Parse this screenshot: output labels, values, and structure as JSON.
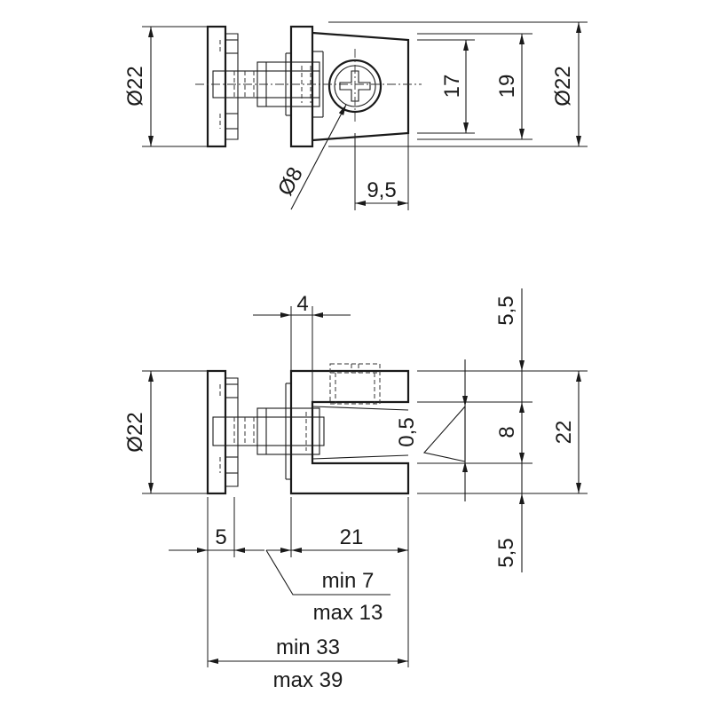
{
  "top_view": {
    "dim_diameter_left": "Ø22",
    "dim_17": "17",
    "dim_19": "19",
    "dim_diameter_right": "Ø22",
    "dim_diameter_8": "Ø8",
    "dim_9_5": "9,5"
  },
  "side_view": {
    "dim_4": "4",
    "dim_5_5_top": "5,5",
    "dim_diameter_left": "Ø22",
    "dim_0_5": "0,5",
    "dim_8": "8",
    "dim_22": "22",
    "dim_5": "5",
    "dim_21": "21",
    "dim_5_5_bottom": "5,5",
    "min_7": "min 7",
    "max_13": "max 13",
    "min_33": "min 33",
    "max_39": "max 39"
  }
}
